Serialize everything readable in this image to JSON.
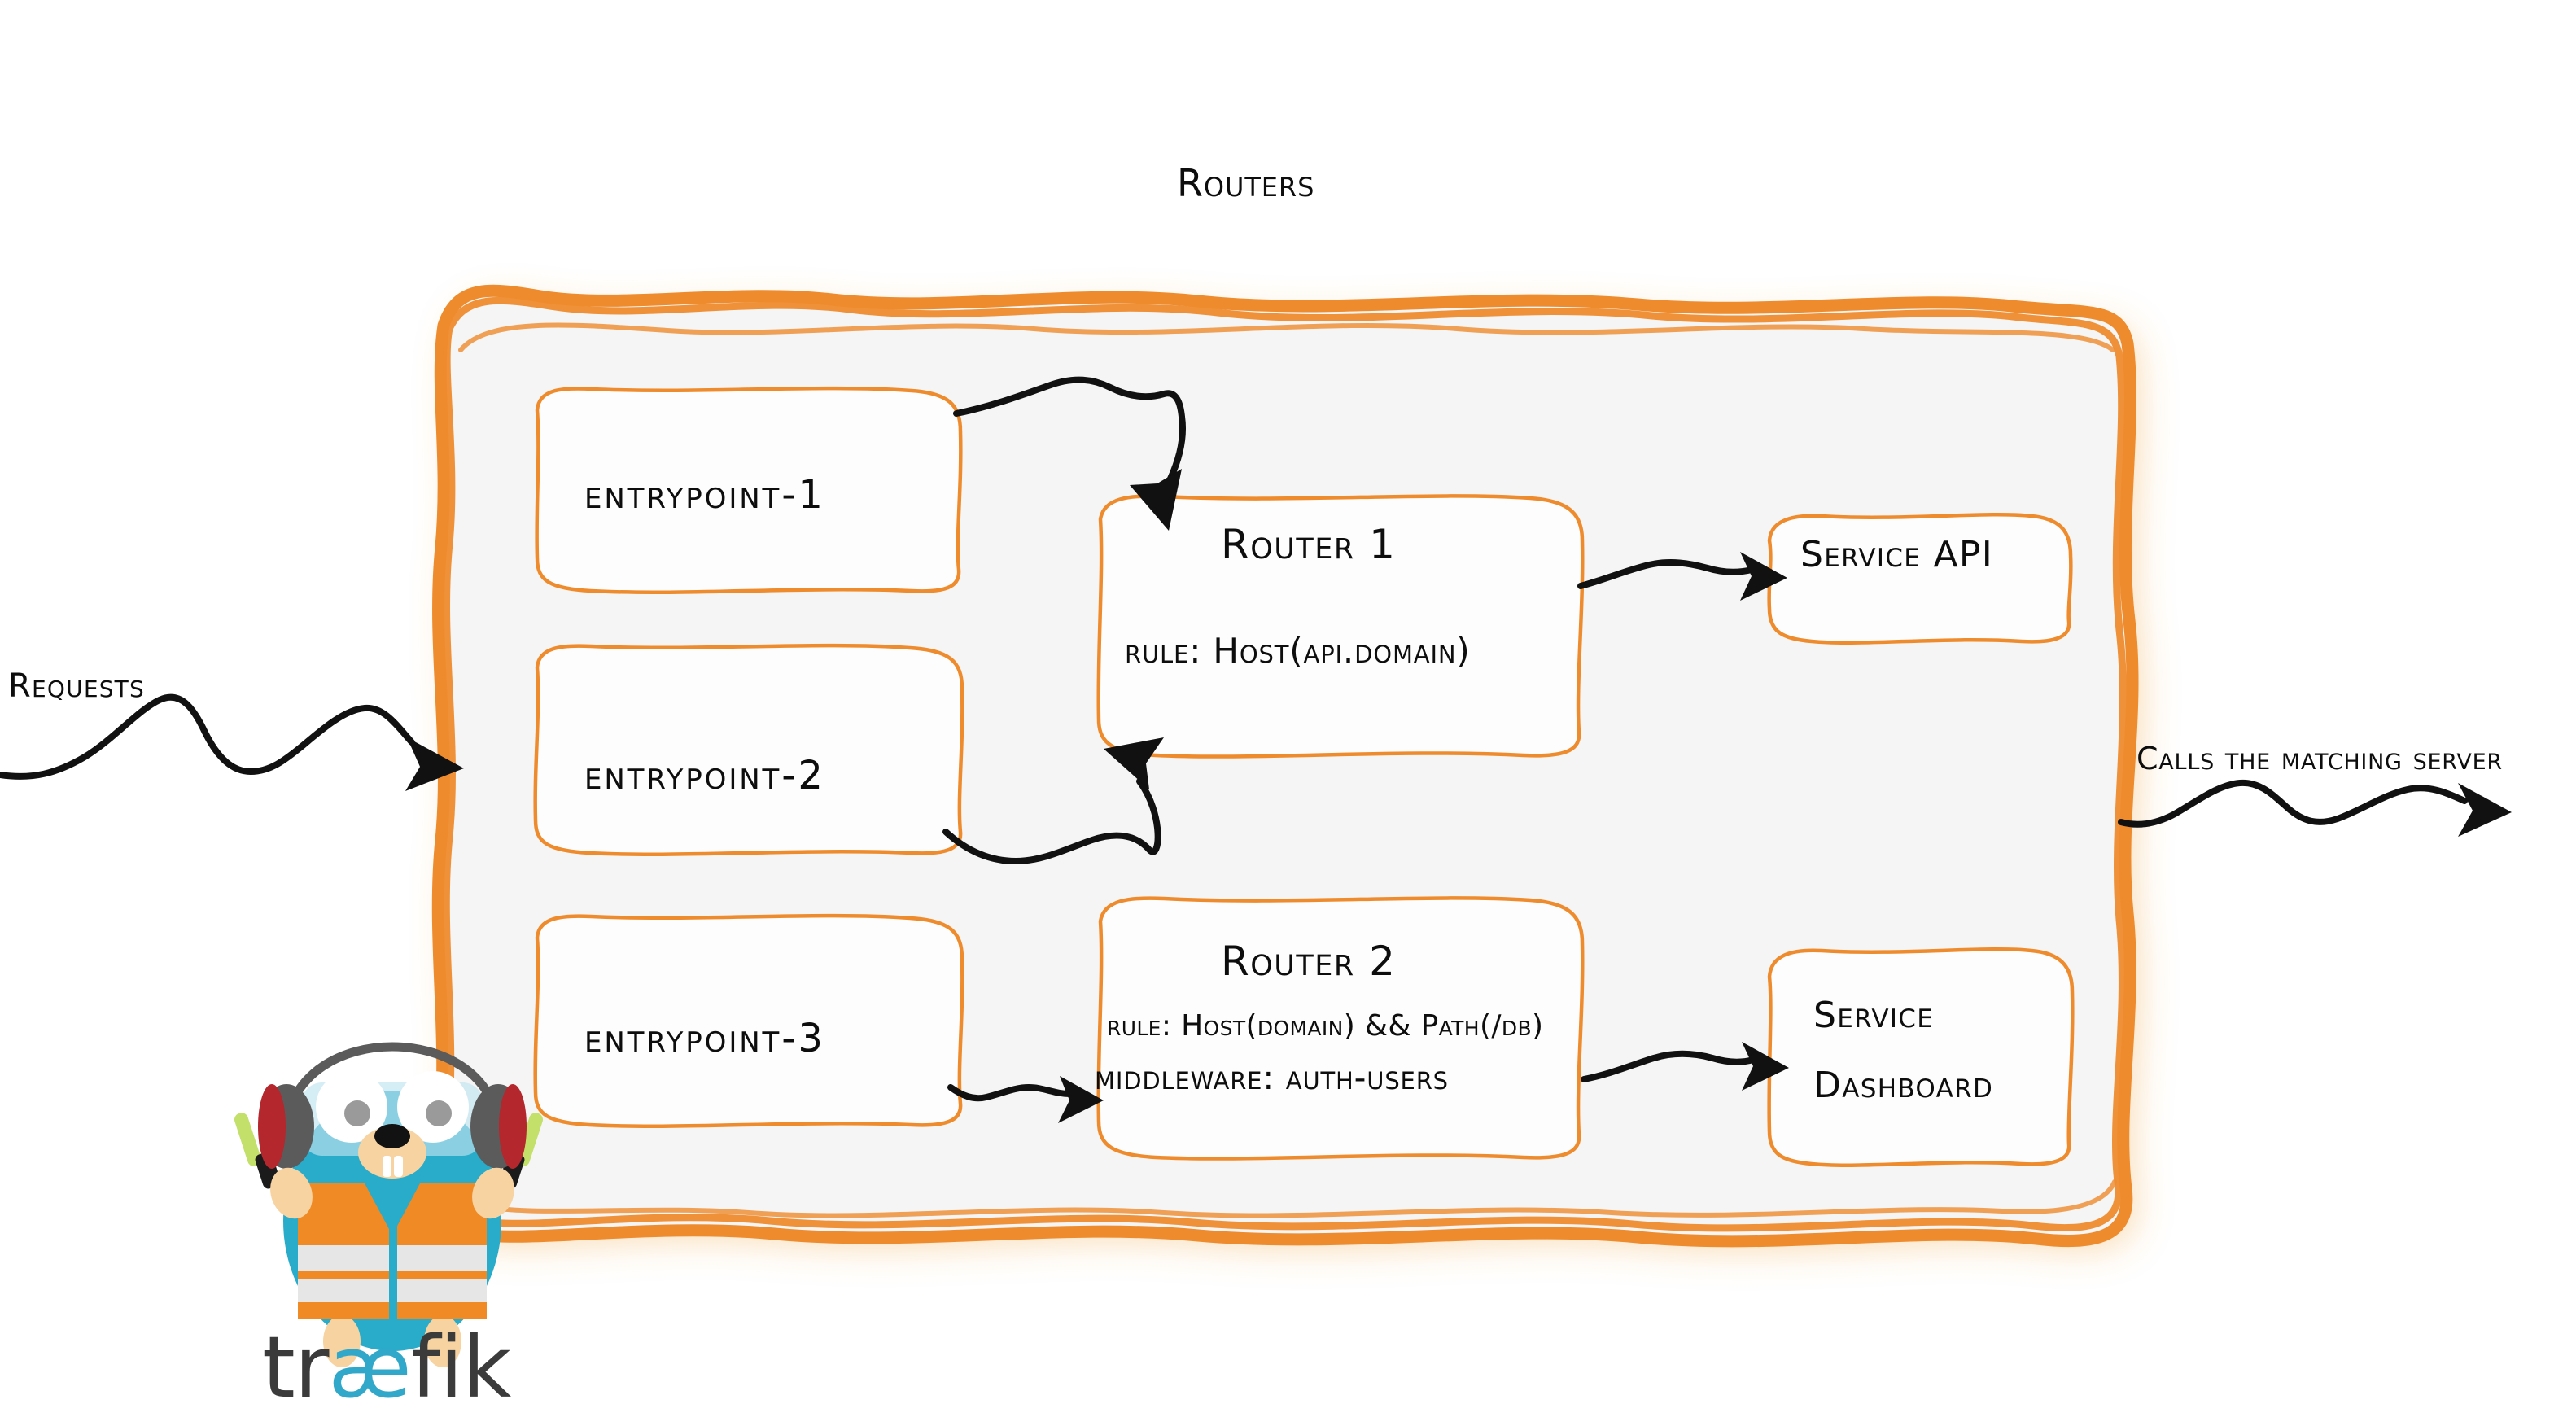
{
  "diagram": {
    "title": "Routers",
    "brand": "traefik",
    "brand_prefix": "tr",
    "brand_ae": "æ",
    "brand_suffix": "fik"
  },
  "colors": {
    "orange": "#ee8b2d",
    "orange_light": "#f5a24e",
    "panel_fill": "#f5f5f5",
    "box_fill": "#fdfdfd",
    "ink": "#0d0d0d",
    "gopher_body": "#29abca",
    "gopher_vest": "#f08a24",
    "gopher_stripe": "#e6e6e6",
    "gopher_paw": "#f7d3a2",
    "gopher_headphone": "#5b5b5b",
    "gopher_headphone_accent": "#b3272d",
    "gopher_glowstick": "#c2e06a",
    "wordmark_dark": "#3b3b3b",
    "wordmark_ae": "#31a8c9"
  },
  "flow": {
    "input_label": "Requests",
    "output_label": "Calls the matching server"
  },
  "entrypoints": [
    {
      "label": "entrypoint-1"
    },
    {
      "label": "entrypoint-2"
    },
    {
      "label": "entrypoint-3"
    }
  ],
  "routers": [
    {
      "name": "Router 1",
      "rule": "rule: Host(api.domain)",
      "middleware": ""
    },
    {
      "name": "Router 2",
      "rule": "rule: Host(domain) && Path(/db)",
      "middleware": "middleware: auth-users"
    }
  ],
  "services": [
    {
      "label": "Service API",
      "line1": "Service API",
      "line2": ""
    },
    {
      "label": "Service Dashboard",
      "line1": "Service",
      "line2": "Dashboard"
    }
  ],
  "icons": {
    "gopher": "traefik-gopher-mascot",
    "arrow": "arrow-head",
    "squiggle": "hand-drawn-arrow"
  }
}
